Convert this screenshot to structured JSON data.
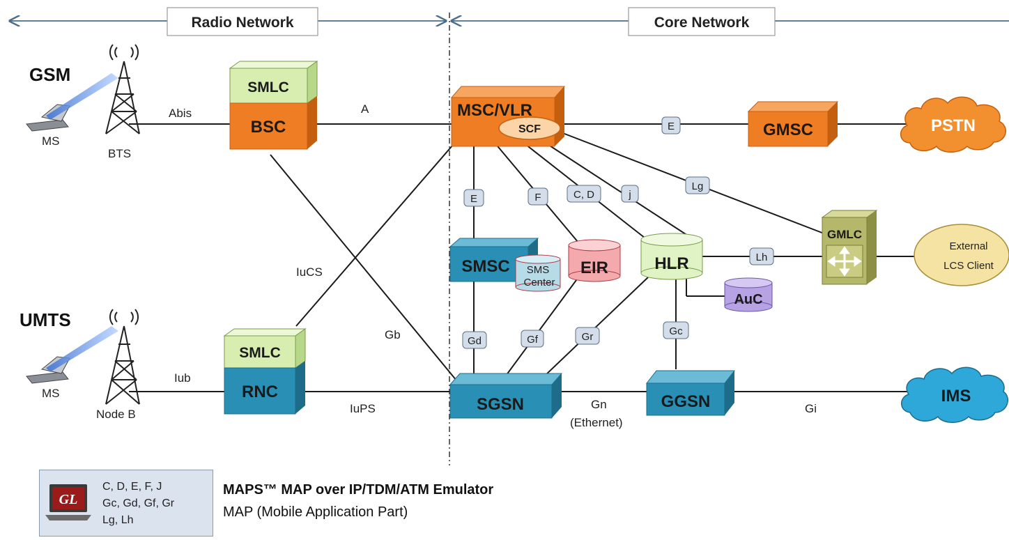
{
  "sections": {
    "radio": "Radio Network",
    "core": "Core Network"
  },
  "technologies": {
    "gsm": "GSM",
    "umts": "UMTS"
  },
  "devices": {
    "ms_gsm": "MS",
    "bts": "BTS",
    "ms_umts": "MS",
    "nodeb": "Node B"
  },
  "nodes": {
    "smlc_gsm": "SMLC",
    "bsc": "BSC",
    "smlc_umts": "SMLC",
    "rnc": "RNC",
    "msc": "MSC/VLR",
    "scf": "SCF",
    "gmsc": "GMSC",
    "pstn": "PSTN",
    "smsc": "SMSC",
    "sms_center_1": "SMS",
    "sms_center_2": "Center",
    "eir": "EIR",
    "hlr": "HLR",
    "auc": "AuC",
    "gmlc": "GMLC",
    "lcs_1": "External",
    "lcs_2": "LCS Client",
    "sgsn": "SGSN",
    "ggsn": "GGSN",
    "ims": "IMS"
  },
  "interfaces": {
    "abis": "Abis",
    "a": "A",
    "iucs": "IuCS",
    "gb": "Gb",
    "iub": "Iub",
    "iups": "IuPS",
    "gn": "Gn",
    "gn_sub": "(Ethernet)",
    "gi": "Gi"
  },
  "pills": {
    "e_top": "E",
    "lg": "Lg",
    "e_left": "E",
    "f": "F",
    "cd": "C, D",
    "j": "j",
    "lh": "Lh",
    "gd": "Gd",
    "gf": "Gf",
    "gr": "Gr",
    "gc": "Gc"
  },
  "legend": {
    "logo": "GL",
    "ifaces": [
      "C, D, E, F,  J",
      "Gc, Gd, Gf, Gr",
      "Lg, Lh"
    ],
    "title": "MAPS™ MAP over IP/TDM/ATM Emulator",
    "subtitle": "MAP (Mobile Application Part)"
  },
  "colors": {
    "orange": "#ee7d24",
    "orange_top": "#f7a661",
    "orange_side": "#c55f10",
    "green_box": "#d8edb0",
    "blue": "#2a8fb5",
    "blue_top": "#6bbad6",
    "blue_side": "#1d6c8a",
    "pink": "#f4a9ad",
    "hlr_green": "#dff3c4",
    "auc_purple": "#b7a3e3",
    "gmlc_olive": "#b5b86a",
    "lcs_yellow": "#f5e3a3",
    "pill": "#d3deea"
  }
}
